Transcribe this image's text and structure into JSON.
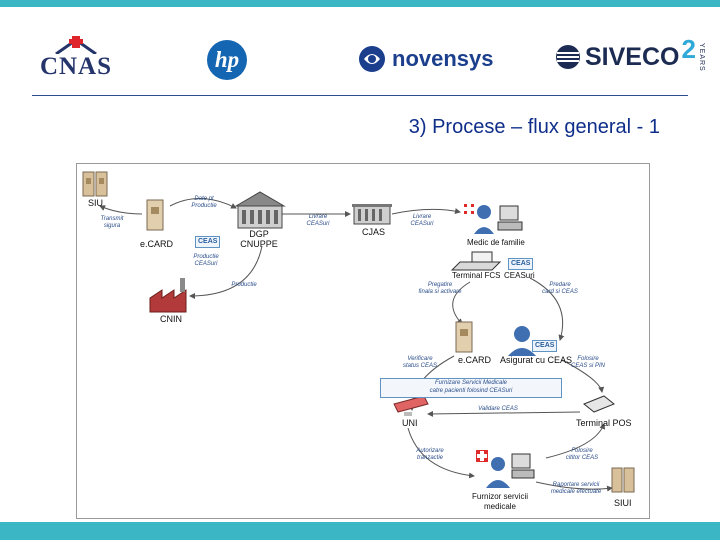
{
  "header": {
    "logos": {
      "cnas": "CNAS",
      "hp": "hp",
      "novensys": "novensys",
      "siveco": "SIVECO",
      "siveco_number": "2",
      "siveco_years": "YEARS"
    },
    "title": "3) Procese – flux  general - 1"
  },
  "colors": {
    "accent_bar": "#3bb6c4",
    "title": "#0f2e8a",
    "arrow": "#555555",
    "node_blue": "#2a5f9e"
  },
  "diagram": {
    "nodes": {
      "siu": "SIU",
      "ecard_top": "e.CARD",
      "dgp": "DGP\nCNUPPE",
      "cnin": "CNIN",
      "cjas": "CJAS",
      "medic": "Medic de familie",
      "terminal_fcs": "Terminal FCS",
      "ceas_guri": "CEASuri",
      "ecard_mid": "e.CARD",
      "asigurat": "Asigurat cu CEAS",
      "uni": "UNI",
      "terminal_pos": "Terminal POS",
      "furnizor": "Furnizor servicii\nmedicale",
      "siui": "SIUI"
    },
    "badges": {
      "ceas_top": "CEAS",
      "ceas_mid": "CEAS",
      "ceas_guri": "CEAS"
    },
    "edges": {
      "e1": "Date pt\nProductie",
      "e2": "Transmit\nsigura",
      "e3": "Livrare\nCEASuri",
      "e4": "Livrare\nCEASuri",
      "e5": "Productie\nCEASuri",
      "e6": "Productie",
      "e7": "Pregatire\nfinala si activare",
      "e8": "Predare\ncard si CEAS",
      "e9": "Verificare\nstatus CEAS",
      "e10": "Folosire\nCEAS si PIN",
      "e11": "Furnizare Servicii Medicale\ncatre pacienti folosind CEASuri",
      "e12": "Validare CEAS",
      "e13": "Autorizare\ntranzactie",
      "e14": "Folosire\ncititor CEAS",
      "e15": "Raportare servicii\nmedicale efectuate"
    }
  }
}
